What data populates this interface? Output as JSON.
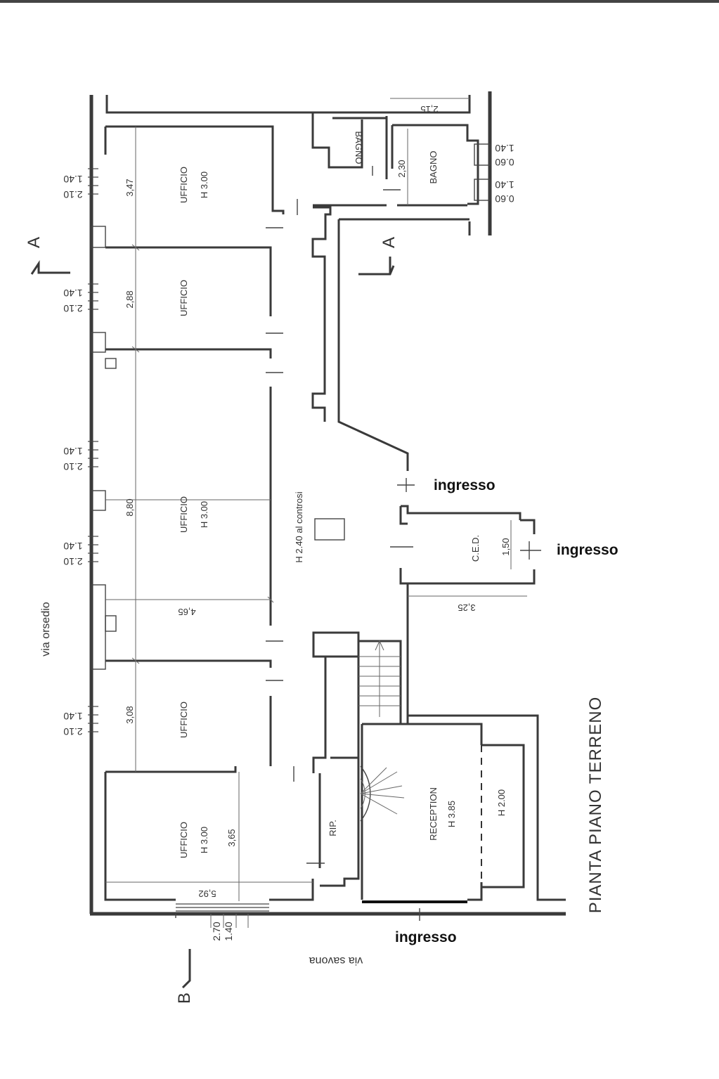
{
  "plan_title": "PIANTA PIANO TERRENO",
  "streets": {
    "left": "via orsedio",
    "bottom": "via savona"
  },
  "sections": {
    "a_left": "A",
    "a_right": "A",
    "b": "B"
  },
  "entrances": {
    "label": "ingresso"
  },
  "rooms": {
    "office_1": {
      "name": "UFFICIO",
      "height": "H 3.00"
    },
    "office_2": {
      "name": "UFFICIO"
    },
    "office_3": {
      "name": "UFFICIO",
      "height": "H 3.00"
    },
    "office_4": {
      "name": "UFFICIO"
    },
    "office_5": {
      "name": "UFFICIO",
      "height": "H 3.00"
    },
    "bath_1": {
      "name": "BAGNO"
    },
    "bath_2": {
      "name": "BAGNO"
    },
    "ced": {
      "name": "C.E.D."
    },
    "reception": {
      "name": "RECEPTION",
      "height": "H 3.85"
    },
    "rip": {
      "name": "RIP."
    },
    "alcove": {
      "height": "H 2.00"
    },
    "corridor": {
      "height": "H 2.40 al controsi"
    }
  },
  "dimensions": {
    "d347": "3,47",
    "d288": "2,88",
    "d880": "8,80",
    "d465": "4,65",
    "d308": "3,08",
    "d365": "3,65",
    "d592": "5,92",
    "d230": "2,30",
    "d215": "2,15",
    "d150": "1,50",
    "d325": "3,25"
  },
  "window_dims": {
    "w210": "2.10",
    "w140": "1.40",
    "w060": "0.60",
    "w270": "2.70"
  }
}
